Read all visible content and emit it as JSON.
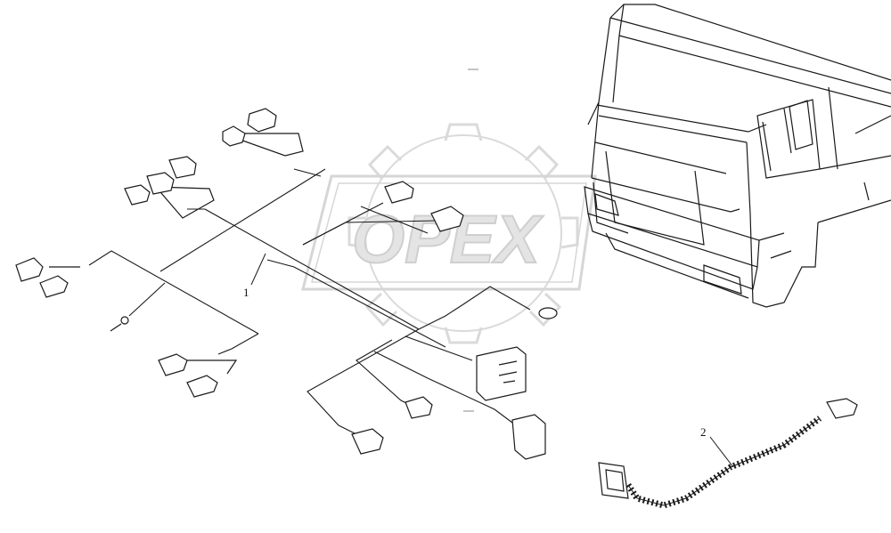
{
  "diagram": {
    "callouts": [
      {
        "id": "1",
        "label": "1"
      },
      {
        "id": "2",
        "label": "2"
      }
    ],
    "watermark": {
      "text": "OPEX",
      "color": "#c8c8c8"
    },
    "colors": {
      "line": "#1a1a1a",
      "background": "#ffffff"
    }
  }
}
